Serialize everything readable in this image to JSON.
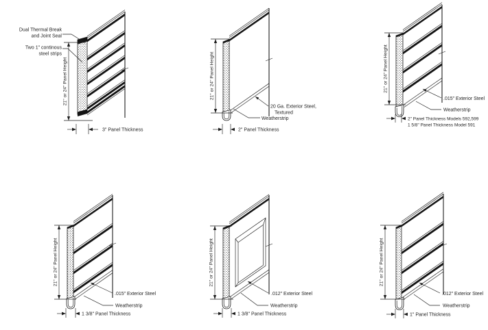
{
  "document": {
    "title": "Panel cross-section diagrams",
    "background": "#ffffff",
    "line_color": "#1c1c1c",
    "text_color": "#222222"
  },
  "figures": [
    {
      "name": "3 inch ribbed insulated panel",
      "callout_thermal_line1": "Dual Thermal Break",
      "callout_thermal_line2": "and Joint Seal",
      "callout_strips_line1": "Two 1\" continous",
      "callout_strips_line2": "steel strips",
      "height_label": "21\" or 24\" Panel Height",
      "thickness_label": "3\"  Panel Thickness"
    },
    {
      "name": "2 inch flush panel",
      "steel_line1": "20 Ga. Exterior Steel,",
      "steel_line2": "Textured",
      "weatherstrip_label": "Weatherstrip",
      "height_label": "21\" or 24\" Panel Height",
      "thickness_label": "2\"  Panel Thickness"
    },
    {
      "name": "2 inch grooved panel models 592 599 591",
      "steel_label": ".015\" Exterior Steel",
      "weatherstrip_label": "Weatherstrip",
      "height_label": "21\" or 24\" Panel Height",
      "thickness_line1": "2\" Panel Thickness   Models 592,599",
      "thickness_line2": "1 5/8\" Panel Thickness Model 591"
    },
    {
      "name": "1 3/8 inch grooved panel",
      "steel_label": ".015\" Exterior Steel",
      "weatherstrip_label": "Weatherstrip",
      "height_label": "21\" or 24\" Panel Height",
      "thickness_label": "1 3/8\" Panel Thickness"
    },
    {
      "name": "1 3/8 inch raised panel",
      "steel_label": ".012\" Exterior Steel",
      "weatherstrip_label": "Weatherstrip",
      "height_label": "21\" or 24\" Panel Height",
      "thickness_label": "1 3/8\" Panel Thickness"
    },
    {
      "name": "1 inch grooved panel",
      "steel_label": ".012\" Exterior Steel",
      "weatherstrip_label": "Weatherstrip",
      "height_label": "21\" or 24\" Panel Height",
      "thickness_label": "1\" Panel Thickness"
    }
  ]
}
